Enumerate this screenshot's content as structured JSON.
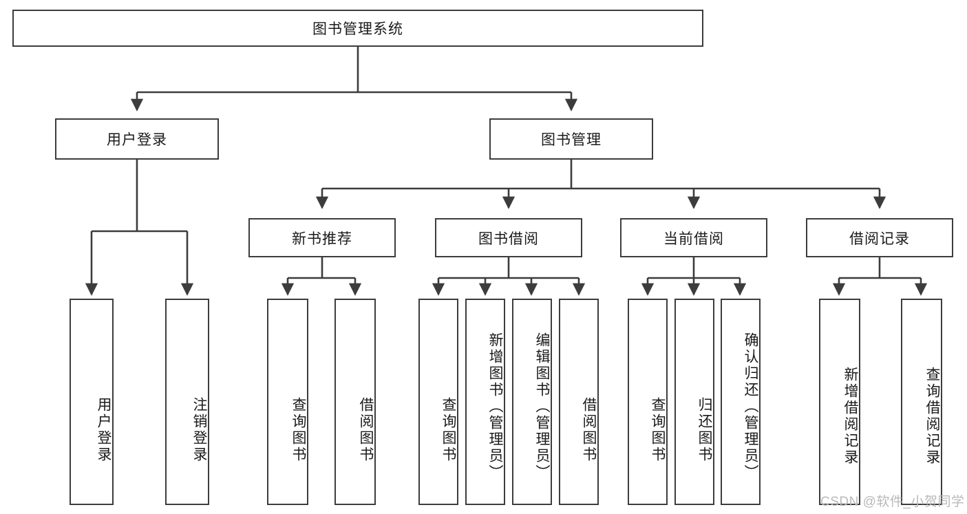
{
  "diagram": {
    "title": "图书管理系统",
    "type": "hierarchy-tree",
    "watermark": "CSDN @软件_小贺同学",
    "colors": {
      "stroke": "#3c3c3c",
      "fill": "#ffffff",
      "text": "#1a1a1a",
      "watermark": "#b9b9b9"
    },
    "root": {
      "label": "图书管理系统"
    },
    "level2": [
      {
        "label": "用户登录"
      },
      {
        "label": "图书管理"
      }
    ],
    "level3": [
      {
        "label": "新书推荐"
      },
      {
        "label": "图书借阅"
      },
      {
        "label": "当前借阅"
      },
      {
        "label": "借阅记录"
      }
    ],
    "leaves": {
      "user_login": [
        {
          "label": "用户登录"
        },
        {
          "label": "注销登录"
        }
      ],
      "new_book": [
        {
          "label": "查询图书"
        },
        {
          "label": "借阅图书"
        }
      ],
      "book_borrow": [
        {
          "label": "查询图书"
        },
        {
          "label": "新增图书（管理员）"
        },
        {
          "label": "编辑图书（管理员）"
        },
        {
          "label": "借阅图书"
        }
      ],
      "current_borrow": [
        {
          "label": "查询图书"
        },
        {
          "label": "归还图书"
        },
        {
          "label": "确认归还（管理员）"
        }
      ],
      "borrow_record": [
        {
          "label": "新增借阅记录"
        },
        {
          "label": "查询借阅记录"
        }
      ]
    }
  }
}
